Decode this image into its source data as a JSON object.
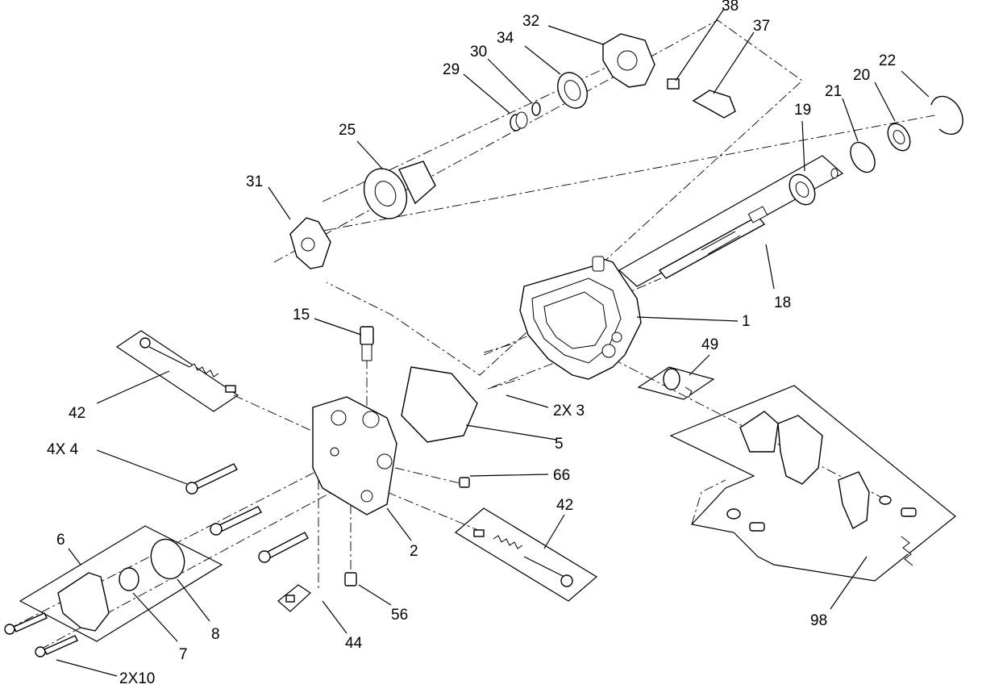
{
  "labels": {
    "p1": "1",
    "p2": "2",
    "p3": "2X 3",
    "p4": "4X  4",
    "p5": "5",
    "p6": "6",
    "p7": "7",
    "p8": "8",
    "p10": "2X10",
    "p15": "15",
    "p18": "18",
    "p19": "19",
    "p20": "20",
    "p21": "21",
    "p22": "22",
    "p25": "25",
    "p29": "29",
    "p30": "30",
    "p31": "31",
    "p32": "32",
    "p34": "34",
    "p37": "37",
    "p38": "38",
    "p42a": "42",
    "p42b": "42",
    "p44": "44",
    "p49": "49",
    "p56": "56",
    "p66": "66",
    "p98": "98"
  }
}
